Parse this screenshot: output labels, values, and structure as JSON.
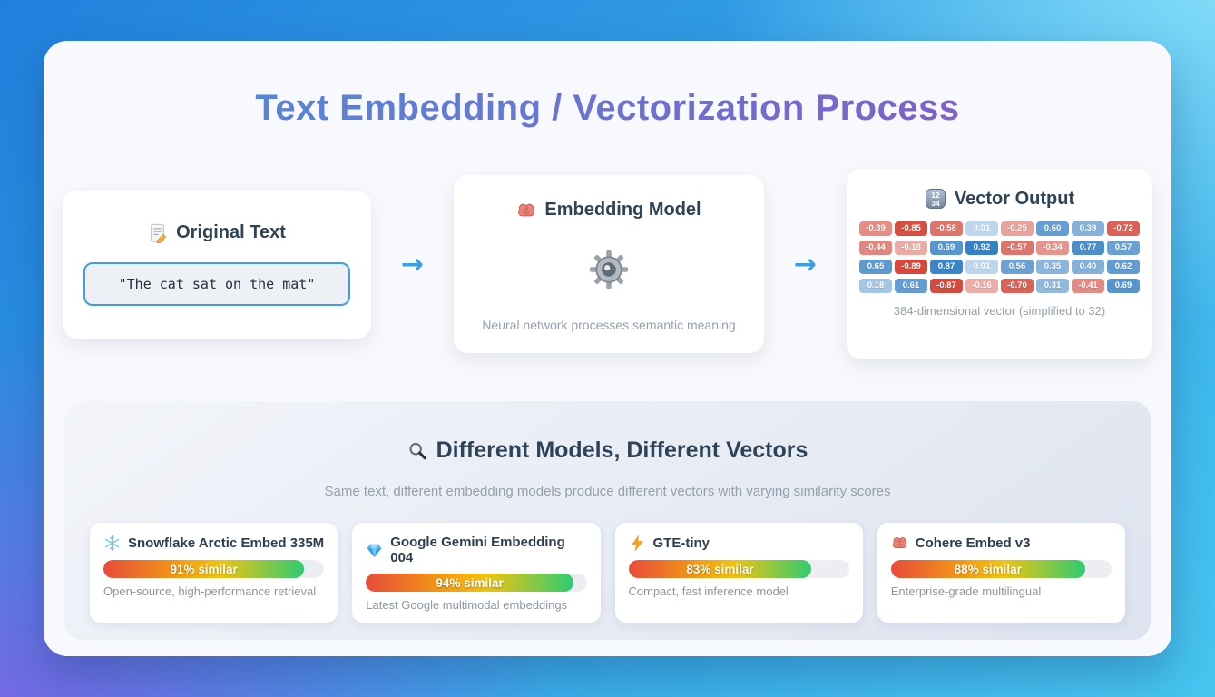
{
  "page": {
    "title": "Text Embedding / Vectorization Process"
  },
  "theme": {
    "title_gradient": [
      "#4a90d8",
      "#8b55c9"
    ],
    "heading_color": "#2f4356",
    "muted_color": "#95a0ad",
    "arrow_color": "#3b9fe0",
    "bar_gradient": [
      "#e74c3c",
      "#f39c12",
      "#f1c40f",
      "#2ecc71"
    ],
    "vector_negative": "#d03a2c",
    "vector_positive": "#2a78c0"
  },
  "flow": {
    "arrow": "→",
    "original": {
      "icon": "memo-icon",
      "title": "Original Text",
      "text": "\"The cat sat on the mat\""
    },
    "model": {
      "icon": "brain-icon",
      "title": "Embedding Model",
      "center_icon": "gear-icon",
      "caption": "Neural network processes semantic meaning"
    },
    "vector": {
      "icon": "numbers-icon",
      "title": "Vector Output",
      "values": [
        [
          -0.39,
          -0.85,
          -0.58,
          0.01,
          -0.25,
          0.6,
          0.39,
          -0.72
        ],
        [
          -0.44,
          -0.18,
          0.69,
          0.92,
          -0.57,
          -0.34,
          0.77,
          0.57
        ],
        [
          0.65,
          -0.89,
          0.87,
          0.01,
          0.56,
          0.35,
          0.4,
          0.62
        ],
        [
          0.18,
          0.61,
          -0.87,
          -0.16,
          -0.7,
          0.31,
          -0.41,
          0.69
        ]
      ],
      "caption": "384-dimensional vector (simplified to 32)"
    }
  },
  "comparison": {
    "icon": "magnifier-icon",
    "title": "Different Models, Different Vectors",
    "subtitle": "Same text, different embedding models produce different vectors with varying similarity scores",
    "models": [
      {
        "icon": "snowflake-icon",
        "name": "Snowflake Arctic Embed 335M",
        "similarity": 91,
        "label": "91% similar",
        "description": "Open-source, high-performance retrieval"
      },
      {
        "icon": "gem-icon",
        "name": "Google Gemini Embedding 004",
        "similarity": 94,
        "label": "94% similar",
        "description": "Latest Google multimodal embeddings"
      },
      {
        "icon": "lightning-icon",
        "name": "GTE-tiny",
        "similarity": 83,
        "label": "83% similar",
        "description": "Compact, fast inference model"
      },
      {
        "icon": "brain-icon",
        "name": "Cohere Embed v3",
        "similarity": 88,
        "label": "88% similar",
        "description": "Enterprise-grade multilingual"
      }
    ]
  }
}
